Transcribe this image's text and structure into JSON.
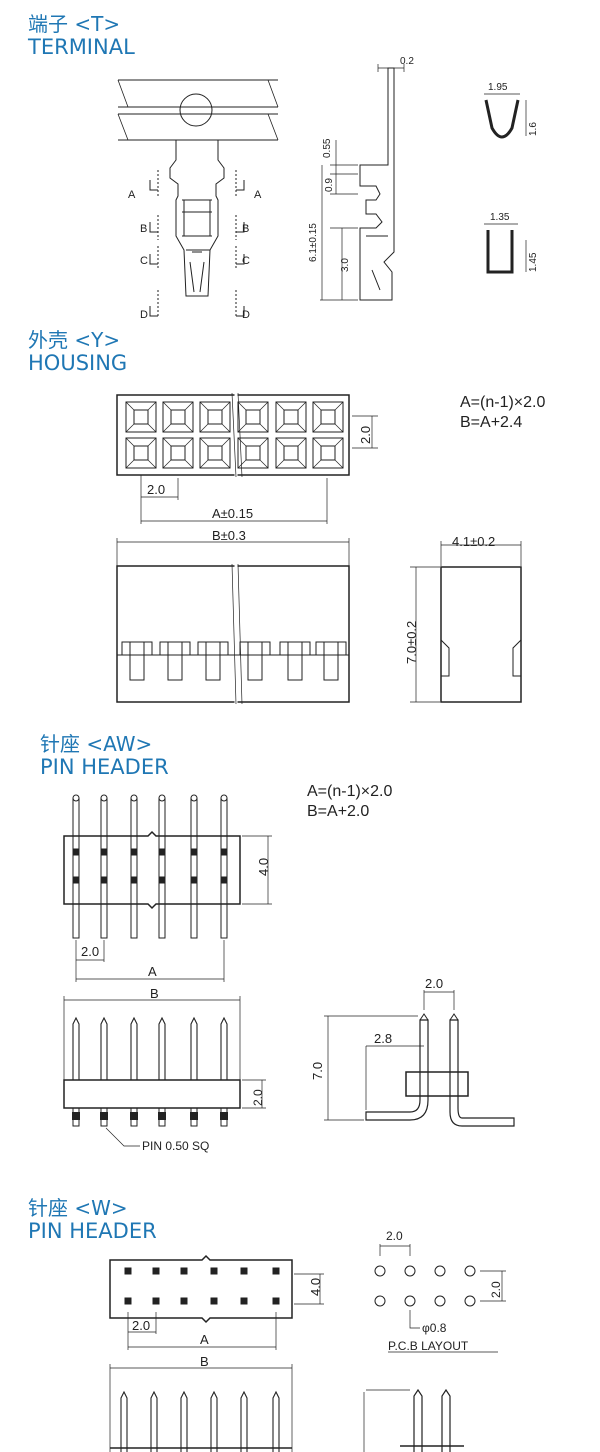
{
  "sections": {
    "terminal": {
      "cn": "端子 <T>",
      "en": "TERMINAL"
    },
    "housing": {
      "cn": "外壳 <Y>",
      "en": "HOUSING"
    },
    "aw": {
      "cn": "针座 <AW>",
      "en": "PIN HEADER"
    },
    "w": {
      "cn": "针座 <W>",
      "en": "PIN HEADER"
    }
  },
  "terminal": {
    "side_labels": [
      "A",
      "B",
      "C",
      "D"
    ],
    "dims": {
      "thickness": "0.2",
      "d055": "0.55",
      "d09": "0.9",
      "d30": "3.0",
      "total": "6.1±0.15",
      "w195": "1.95",
      "h16": "1.6",
      "w135": "1.35",
      "h145": "1.45"
    }
  },
  "housing": {
    "formula_a": "A=(n-1)×2.0",
    "formula_b": "B=A+2.4",
    "pitch_v": "2.0",
    "pitch_h": "2.0",
    "dim_a": "A±0.15",
    "dim_b": "B±0.3",
    "dim_w": "4.1±0.2",
    "dim_h": "7.0±0.2"
  },
  "aw": {
    "formula_a": "A=(n-1)×2.0",
    "formula_b": "B=A+2.0",
    "dim_40": "4.0",
    "pitch": "2.0",
    "dim_a": "A",
    "dim_b": "B",
    "dim_20v": "2.0",
    "pin_note": "PIN 0.50 SQ",
    "r_pitch": "2.0",
    "r_28": "2.8",
    "r_70": "7.0"
  },
  "w": {
    "dim_40": "4.0",
    "pitch": "2.0",
    "dim_a": "A",
    "dim_b": "B",
    "pcb_pitch_h": "2.0",
    "pcb_pitch_v": "2.0",
    "hole": "φ0.8",
    "pcb_label": "P.C.B  LAYOUT"
  }
}
